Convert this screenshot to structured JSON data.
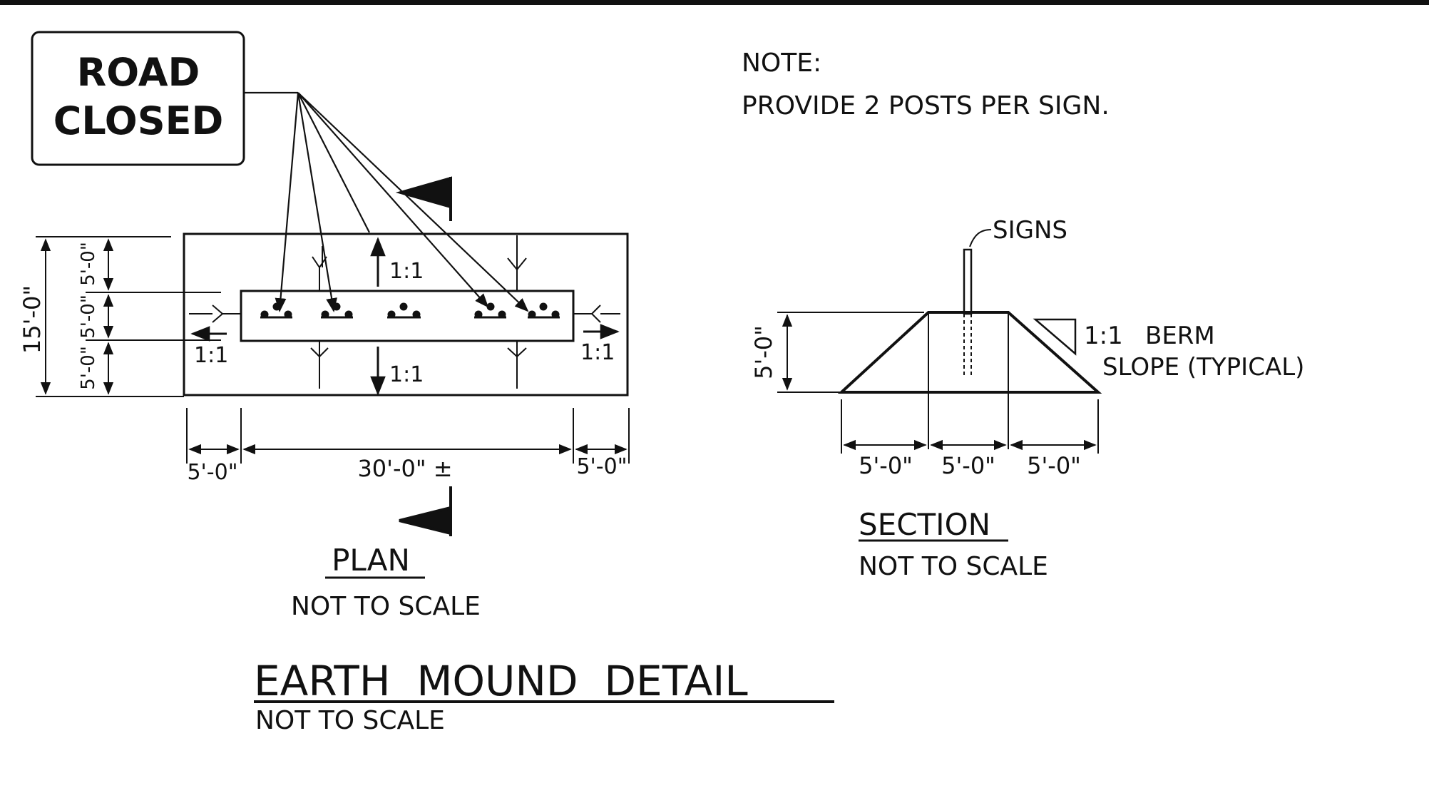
{
  "sign": {
    "line1": "ROAD",
    "line2": "CLOSED"
  },
  "note": {
    "heading": "NOTE:",
    "text": "PROVIDE 2 POSTS PER SIGN."
  },
  "plan": {
    "slope_top": "1:1",
    "slope_bottom": "1:1",
    "slope_left": "1:1",
    "slope_right": "1:1",
    "dim_total": "15'-0\"",
    "dim_top": "5'-0\"",
    "dim_mid": "5'-0\"",
    "dim_bottom": "5'-0\"",
    "dim_left": "5'-0\"",
    "dim_length": "30'-0\" ±",
    "dim_right": "5'-0\"",
    "title": "PLAN",
    "scale": "NOT TO SCALE"
  },
  "section": {
    "signs_label": "SIGNS",
    "slope_ratio": "1:1",
    "slope_word": "BERM",
    "slope_line2": "SLOPE (TYPICAL)",
    "dim_height": "5'-0\"",
    "dim_left": "5'-0\"",
    "dim_mid": "5'-0\"",
    "dim_right": "5'-0\"",
    "title": "SECTION",
    "scale": "NOT TO SCALE"
  },
  "detail": {
    "title": "EARTH  MOUND  DETAIL",
    "scale": "NOT TO SCALE"
  }
}
